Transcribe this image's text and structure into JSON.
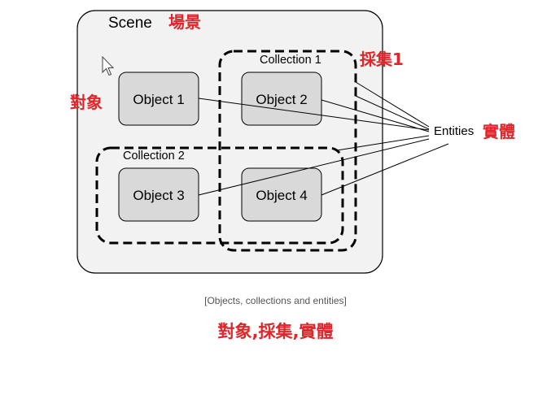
{
  "scene": {
    "label": "Scene",
    "label_cn": "場景"
  },
  "collections": [
    {
      "label": "Collection 1",
      "label_cn": "採集1"
    },
    {
      "label": "Collection 2"
    }
  ],
  "objects": [
    {
      "label": "Object 1"
    },
    {
      "label": "Object 2"
    },
    {
      "label": "Object 3"
    },
    {
      "label": "Object 4"
    }
  ],
  "object_label_cn": "對象",
  "entities": {
    "label": "Entities",
    "label_cn": "實體"
  },
  "caption": "[Objects, collections and entities]",
  "caption_cn": "對象,採集,實體",
  "colors": {
    "scene_fill": "#f2f2f2",
    "object_fill": "#d9d9d9",
    "annotation_red": "#e0262b",
    "stroke": "#000000"
  },
  "icons": {
    "cursor": "mouse-pointer-icon"
  }
}
